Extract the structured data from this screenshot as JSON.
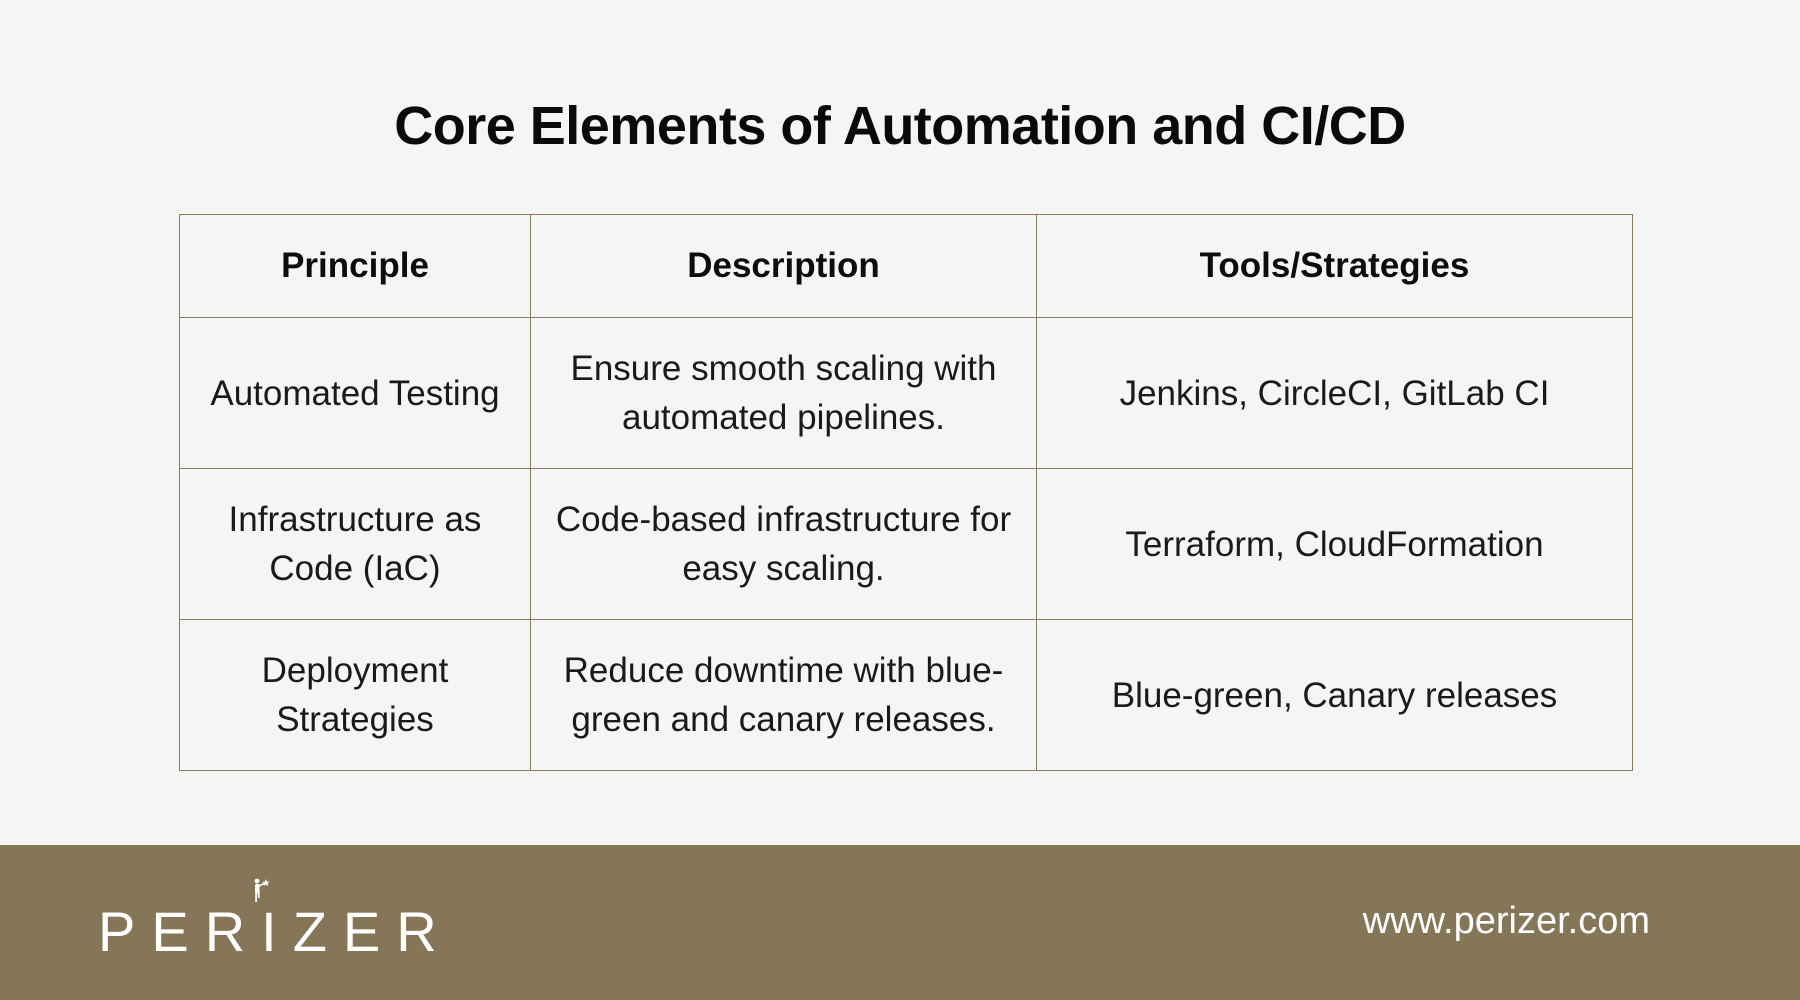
{
  "title": "Core Elements of Automation and CI/CD",
  "table": {
    "headers": [
      "Principle",
      "Description",
      "Tools/Strategies"
    ],
    "rows": [
      [
        "Automated Testing",
        "Ensure smooth scaling with automated pipelines.",
        "Jenkins, CircleCI, GitLab CI"
      ],
      [
        "Infrastructure as Code (IaC)",
        "Code-based infrastructure for easy scaling.",
        "Terraform, CloudFormation"
      ],
      [
        "Deployment Strategies",
        "Reduce downtime with blue-green and canary releases.",
        "Blue-green, Canary releases"
      ]
    ]
  },
  "footer": {
    "logo_text": "PERIZER",
    "url": "www.perizer.com"
  },
  "colors": {
    "background": "#f5f5f5",
    "footer": "#867658",
    "border": "#8b7b63"
  }
}
